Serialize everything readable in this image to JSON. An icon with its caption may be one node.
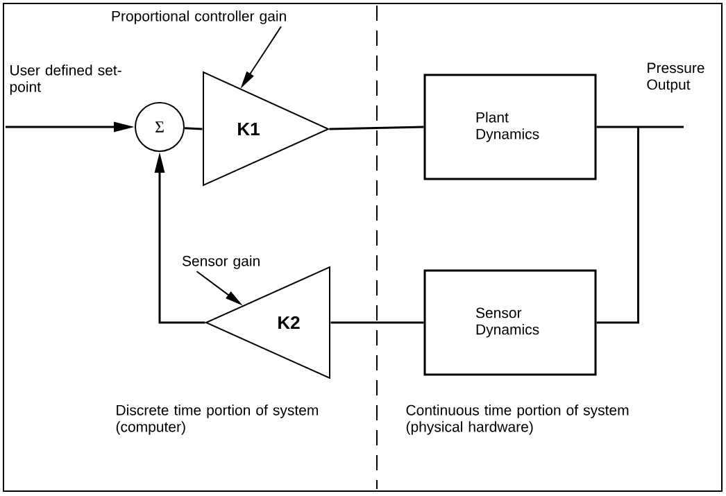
{
  "diagram": {
    "nodes": [
      {
        "text": [
          "Σ"
        ]
      },
      {
        "text": [
          "K1"
        ]
      },
      {
        "text": [
          "Plant Dynamics"
        ]
      },
      {
        "text": [
          "Sensor Dynamics"
        ]
      },
      {
        "text": [
          "K2"
        ]
      },
      {
        "text": [
          "Proportional controller gain"
        ]
      },
      {
        "text": [
          "Sensor gain"
        ]
      }
    ],
    "edges": [
      {
        "from": null,
        "to": 0,
        "arrow": "to"
      },
      {
        "from": 0,
        "to": 1,
        "arrow": "none"
      },
      {
        "from": 1,
        "to": 2,
        "arrow": "none"
      },
      {
        "from": 2,
        "to": null,
        "arrow": "none"
      },
      {
        "from": 2,
        "to": 3,
        "arrow": "none"
      },
      {
        "from": 3,
        "to": 4,
        "arrow": "none"
      },
      {
        "from": 4,
        "to": 0,
        "arrow": "to"
      },
      {
        "from": 5,
        "to": 1,
        "arrow": "to"
      },
      {
        "from": 6,
        "to": 4,
        "arrow": "to"
      }
    ],
    "labels": [
      "User defined set-point",
      "Pressure Output",
      "Discrete time portion of system (computer)",
      "Continuous time portion of system (physical hardware)"
    ]
  }
}
